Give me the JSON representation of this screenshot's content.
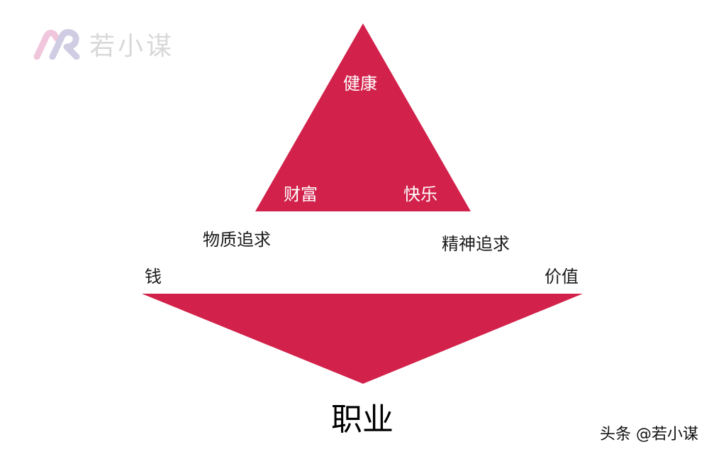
{
  "logo": {
    "text": "若小谋",
    "icon": "mr-logo-icon"
  },
  "colors": {
    "accent": "#d2224b",
    "logo_pink": "#f0c6dc",
    "logo_purple": "#cfcce3",
    "logo_text": "#d8d8d8"
  },
  "top_triangle": {
    "labels": {
      "top": "健康",
      "left": "财富",
      "right": "快乐"
    }
  },
  "side_labels": {
    "material": "物质追求",
    "spiritual": "精神追求",
    "money": "钱",
    "value": "价值"
  },
  "bottom_triangle": {
    "label": "职业"
  },
  "watermark": "头条 @若小谋"
}
